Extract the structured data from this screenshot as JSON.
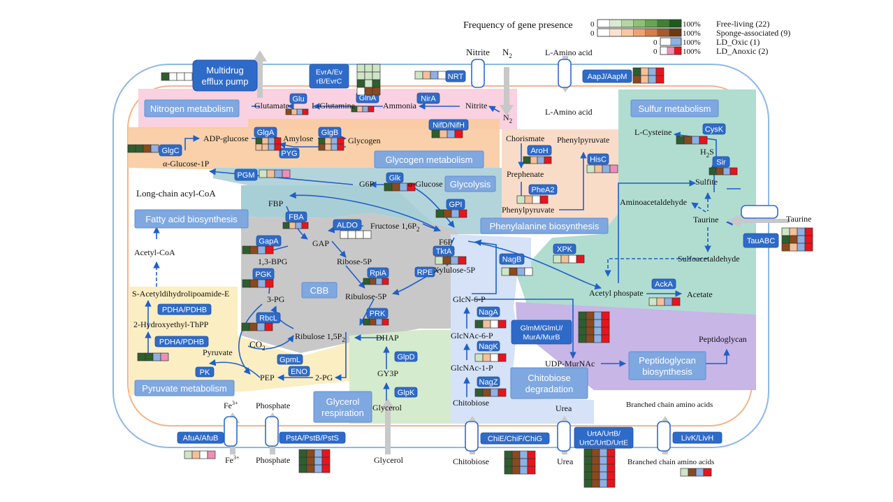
{
  "colors": {
    "enzyme_box": "#2e6bc9",
    "region_label": "#7fa7e0",
    "arrow": "#1f5fc8",
    "transport": "#c8c8c8",
    "cell_outline": "#8eb8e6",
    "inner_membrane": "#f4b48a",
    "free_living_scale": [
      "#ffffff",
      "#d9ecd1",
      "#b3d7a4",
      "#8cc278",
      "#66a653",
      "#3f8035",
      "#1e5a1c"
    ],
    "sponge_scale": [
      "#ffffff",
      "#fde3cf",
      "#f9c7a1",
      "#f0a36f",
      "#d57f47",
      "#a85a27",
      "#6e3911"
    ],
    "oxic_scale": [
      "#ffffff",
      "#8fb0e3"
    ],
    "anoxic_scale": [
      "#ffffff",
      "#ee8fb6",
      "#e8141d"
    ],
    "cell_colors": {
      "W": "#ffffff",
      "G": "#2e5e2e",
      "g": "#cfe6c6",
      "B": "#8a4a1e",
      "b": "#f3c09a",
      "S": "#8fb0e3",
      "P": "#ee8fb6",
      "R": "#e8141d"
    }
  },
  "legend": {
    "title": "Frequency of gene presence",
    "rows": [
      {
        "min": "0",
        "max": "100%",
        "label": "Free-living (22)"
      },
      {
        "min": "0",
        "max": "100%",
        "label": "Sponge-associated (9)"
      },
      {
        "min": "0",
        "max": "100%",
        "label": "LD_Oxic (1)"
      },
      {
        "min": "0",
        "max": "100%",
        "label": "LD_Anoxic (2)"
      }
    ]
  },
  "regions": {
    "multidrug": "Multidrug efflux pump",
    "nitrogen": "Nitrogen metabolism",
    "glycogen": "Glycogen metabolism",
    "glycolysis": "Glycolysis",
    "sulfur": "Sulfur metabolism",
    "fatty": "Fatty acid biosynthesis",
    "phenylalanine": "Phenylalanine biosynthesis",
    "cbb": "CBB",
    "pyruvate": "Pyruvate metabolism",
    "glycerol": "Glycerol respiration",
    "chitobiose": "Chitobiose degradation",
    "peptidoglycan": "Peptidoglycan biosynthesis"
  },
  "enzymes": {
    "evra": "EvrA/EvrB/EvrC",
    "nrt": "NRT",
    "aapj": "AapJ/AapM",
    "glu": "Glu",
    "glna": "GlnA",
    "nira": "NirA",
    "nifd": "NifD/NifH",
    "glga": "GlgA",
    "glgb": "GlgB",
    "pyg": "PYG",
    "glgc": "GlgC",
    "pgm": "PGM",
    "glk": "Glk",
    "aroh": "AroH",
    "phea2": "PheA2",
    "hisc": "HisC",
    "cysk": "CysK",
    "sir": "Sir",
    "fba": "FBA",
    "aldo": "ALDO",
    "gpi": "GPI",
    "tkta": "TktA",
    "rpe": "RPE",
    "rpia": "RpiA",
    "gapa": "GapA",
    "pgk": "PGK",
    "rbcl": "RbcL",
    "prk": "PRK",
    "xpk": "XPK",
    "nagb": "NagB",
    "acka": "AckA",
    "taurine_t": "TauABC",
    "pdha1": "PDHA/PDHB",
    "pdha2": "PDHA/PDHB",
    "pk": "PK",
    "gpml": "GpmL",
    "eno": "ENO",
    "glpd": "GlpD",
    "glpk": "GlpK",
    "naga": "NagA",
    "nagk": "NagK",
    "nagz": "NagZ",
    "glmm": "GlmM/GlmU/MurA/MurB",
    "afua": "AfuA/AfuB",
    "psta": "PstA/PstB/PstS",
    "chie": "ChiE/ChiF/ChiG",
    "urta": "UrtA/UrtB/UrtC/UrtD/UrtE",
    "livk": "LivK/LivH"
  },
  "metabolites": {
    "nitrite_out": "Nitrite",
    "n2_out": "N",
    "laa_out": "L-Amino acid",
    "glutamate": "Glutamate",
    "lglutamine": "L-Glutamine",
    "ammonia": "Ammonia",
    "nitrite_in": "Nitrite",
    "n2_in": "N",
    "laa_in": "L-Amino acid",
    "adpglucose": "ADP-glucose",
    "amylose": "Amylose",
    "glycogen": "Glycogen",
    "aglucose1p": "α-Glucose-1P",
    "chorismate": "Chorismate",
    "phenylpyruvate1": "Phenylpyruvate",
    "prephenate": "Prephenate",
    "phenylpyruvate2": "Phenylpyruvate",
    "lcysteine": "L-Cysteine",
    "h2s": "H",
    "sulfite": "Sulfite",
    "aminoacetaldehyde": "Aminoacetaldehyde",
    "taurine_in": "Taurine",
    "taurine_out": "Taurine",
    "sulfoacetaldehyde": "Sulfoacetaldehyde",
    "g6p": "G6P",
    "aglucose": "α-Glucose",
    "longchain": "Long-chain acyl-CoA",
    "fbp": "FBP",
    "fructose": "Fructose 1,6P",
    "f6p": "F6P",
    "gap": "GAP",
    "bpg": "1,3-BPG",
    "ribose5p": "Ribose-5P",
    "xylulose5p": "Xylulose-5P",
    "ribulose5p": "Ribulose-5P",
    "pg3": "3-PG",
    "co2": "CO",
    "ribulose15": "Ribulose 1,5P",
    "acetylcoa": "Acetyl-CoA",
    "sacetyl": "S-Acetyldihydrolipoamide-E",
    "hydroxyethyl": "2-Hydroxyethyl-ThPP",
    "pyruvate": "Pyruvate",
    "pep": "PEP",
    "pg2": "2-PG",
    "dhap": "DHAP",
    "gy3p": "GY3P",
    "glycerol_in": "Glycerol",
    "glycerol_out": "Glycerol",
    "glcn6p": "GlcN-6-P",
    "glcnac6p": "GlcNAc-6-P",
    "glcnac1p": "GlcNAc-1-P",
    "chitobiose_in": "Chitobiose",
    "chitobiose_out": "Chitobiose",
    "acetylphosphate": "Acetyl phospate",
    "acetate": "Acetate",
    "udpmurnac": "UDP-MurNAc",
    "peptidoglycan": "Peptidoglycan",
    "fe_in": "Fe",
    "fe_out": "Fe",
    "phosphate_in": "Phosphate",
    "phosphate_out": "Phosphate",
    "urea_in": "Urea",
    "urea_out": "Urea",
    "bcaa_in": "Branched chain amino acids",
    "bcaa_out": "Branched chain amino acids"
  },
  "heatmaps": {
    "efflux": [
      "GWWW"
    ],
    "evra": [
      "ggg",
      "ggg",
      "GgG",
      "WBB"
    ],
    "nrt": [
      "gbSW"
    ],
    "aapj": [
      "GbSR",
      "BbSR"
    ],
    "glu": [
      "BbSR"
    ],
    "glna": [
      "GbSR"
    ],
    "nifd": [
      "GbSR"
    ],
    "glga": [
      "GbSR",
      "bbSR"
    ],
    "glgb": [
      "GbSR",
      "BbSR"
    ],
    "glgc": [
      "GGBS"
    ],
    "pgm": [
      "gbSP"
    ],
    "glk": [
      "GBSR"
    ],
    "aroh": [
      "GbSR"
    ],
    "phea2": [
      "gbWR"
    ],
    "hisc": [
      "gbSP"
    ],
    "cysk": [
      "GBSR"
    ],
    "sir": [
      "GBSR"
    ],
    "fba": [
      "GbSR"
    ],
    "aldo": [
      "WWWW"
    ],
    "gpi": [
      "GBSR"
    ],
    "tkta": [
      "gBSR"
    ],
    "rpia": [
      "GBSR"
    ],
    "gapa": [
      "GBSR"
    ],
    "pgk": [
      "GBSR"
    ],
    "rbcl": [
      "GBSR"
    ],
    "prk": [
      "GBSR"
    ],
    "xpk": [
      "gbWR"
    ],
    "nagb": [
      "gBSW"
    ],
    "acka": [
      "gbSR"
    ],
    "tau": [
      "gbSR",
      "GBSR",
      "BbSR"
    ],
    "pdh": [
      "GGSP"
    ],
    "naga": [
      "GbWR"
    ],
    "nagk": [
      "gbWR"
    ],
    "nagz": [
      "GBSR"
    ],
    "glmm": [
      "GBSR",
      "GBSR",
      "GBSR",
      "GBSR"
    ],
    "afua": [
      "gbWP"
    ],
    "psta": [
      "GBSR",
      "GBSR",
      "GBSR"
    ],
    "chie": [
      "GBSR",
      "GBSR",
      "GBSR"
    ],
    "urta": [
      "GBSR",
      "GBSR",
      "GBSR",
      "GBSR",
      "GBSR"
    ],
    "livk": [
      "gBSR"
    ]
  }
}
